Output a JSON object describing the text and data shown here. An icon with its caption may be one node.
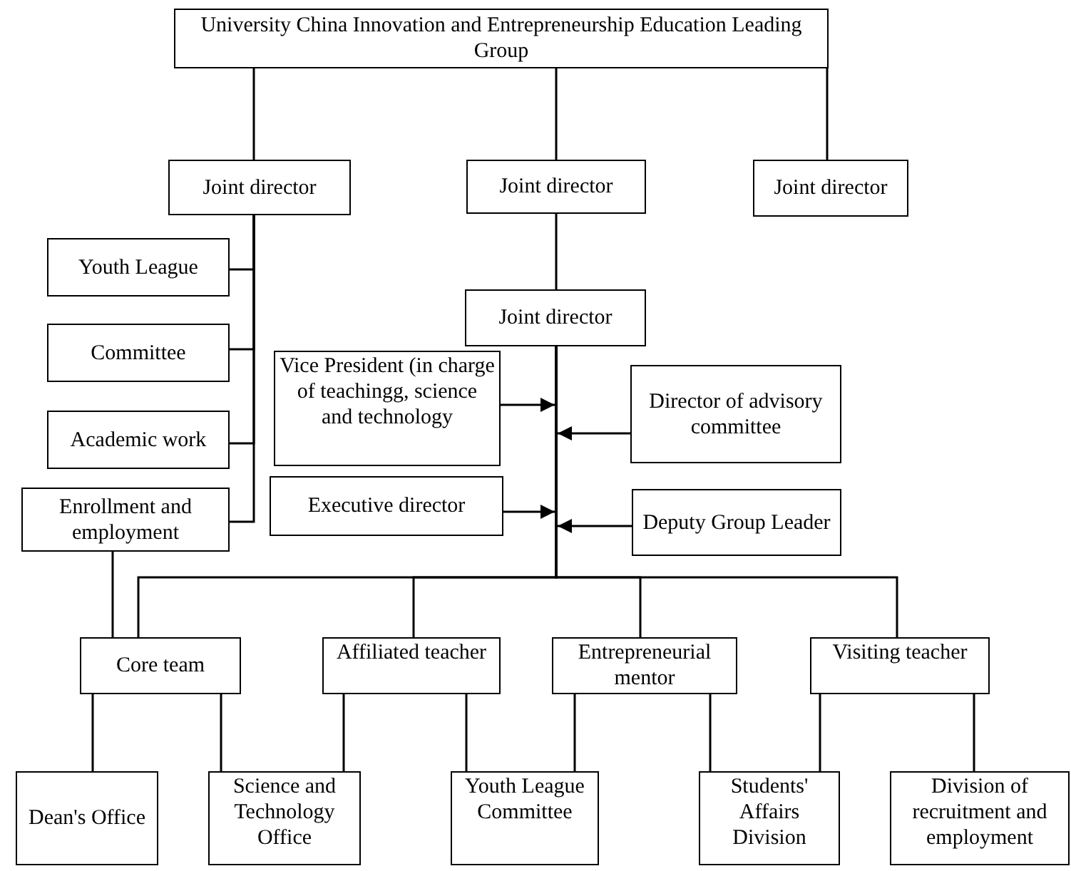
{
  "diagram": {
    "nodes": [
      {
        "text": [
          "University China Innovation and Entrepreneurship Education Leading Group"
        ]
      },
      {
        "text": [
          "Joint director"
        ]
      },
      {
        "text": [
          "Joint director"
        ]
      },
      {
        "text": [
          "Joint director"
        ]
      },
      {
        "text": [
          "Youth League"
        ]
      },
      {
        "text": [
          "Committee"
        ]
      },
      {
        "text": [
          "Academic work"
        ]
      },
      {
        "text": [
          "Enrollment and employment"
        ]
      },
      {
        "text": [
          "Joint director"
        ]
      },
      {
        "text": [
          "Vice President (in charge of teachingg, science and technology"
        ]
      },
      {
        "text": [
          "Director of advisory committee"
        ]
      },
      {
        "text": [
          "Executive director"
        ]
      },
      {
        "text": [
          "Deputy Group Leader"
        ]
      },
      {
        "text": [
          "Core team"
        ]
      },
      {
        "text": [
          "Affiliated teacher"
        ]
      },
      {
        "text": [
          "Entrepreneurial mentor"
        ]
      },
      {
        "text": [
          "Visiting teacher"
        ]
      },
      {
        "text": [
          "Dean's Office"
        ]
      },
      {
        "text": [
          "Science and Technology Office"
        ]
      },
      {
        "text": [
          "Youth League Committee"
        ]
      },
      {
        "text": [
          "Students' Affairs Division"
        ]
      },
      {
        "text": [
          "Division of recruitment and employment"
        ]
      }
    ],
    "edges": [
      {
        "from": 0,
        "to": 1,
        "arrow": "none"
      },
      {
        "from": 0,
        "to": 2,
        "arrow": "none"
      },
      {
        "from": 0,
        "to": 3,
        "arrow": "none"
      },
      {
        "from": 1,
        "to": 4,
        "arrow": "none"
      },
      {
        "from": 1,
        "to": 5,
        "arrow": "none"
      },
      {
        "from": 1,
        "to": 6,
        "arrow": "none"
      },
      {
        "from": 1,
        "to": 7,
        "arrow": "none"
      },
      {
        "from": 2,
        "to": 8,
        "arrow": "none"
      },
      {
        "from": 9,
        "to": 8,
        "arrow": "to"
      },
      {
        "from": 10,
        "to": 8,
        "arrow": "to"
      },
      {
        "from": 11,
        "to": 8,
        "arrow": "to"
      },
      {
        "from": 12,
        "to": 8,
        "arrow": "to"
      },
      {
        "from": 8,
        "to": 13,
        "arrow": "none"
      },
      {
        "from": 8,
        "to": 14,
        "arrow": "none"
      },
      {
        "from": 8,
        "to": 15,
        "arrow": "none"
      },
      {
        "from": 8,
        "to": 16,
        "arrow": "none"
      },
      {
        "from": 7,
        "to": 13,
        "arrow": "none"
      },
      {
        "from": 13,
        "to": 17,
        "arrow": "none"
      },
      {
        "from": 13,
        "to": 18,
        "arrow": "none"
      },
      {
        "from": 14,
        "to": 18,
        "arrow": "none"
      },
      {
        "from": 14,
        "to": 19,
        "arrow": "none"
      },
      {
        "from": 15,
        "to": 19,
        "arrow": "none"
      },
      {
        "from": 15,
        "to": 20,
        "arrow": "none"
      },
      {
        "from": 16,
        "to": 20,
        "arrow": "none"
      },
      {
        "from": 16,
        "to": 21,
        "arrow": "none"
      }
    ]
  }
}
